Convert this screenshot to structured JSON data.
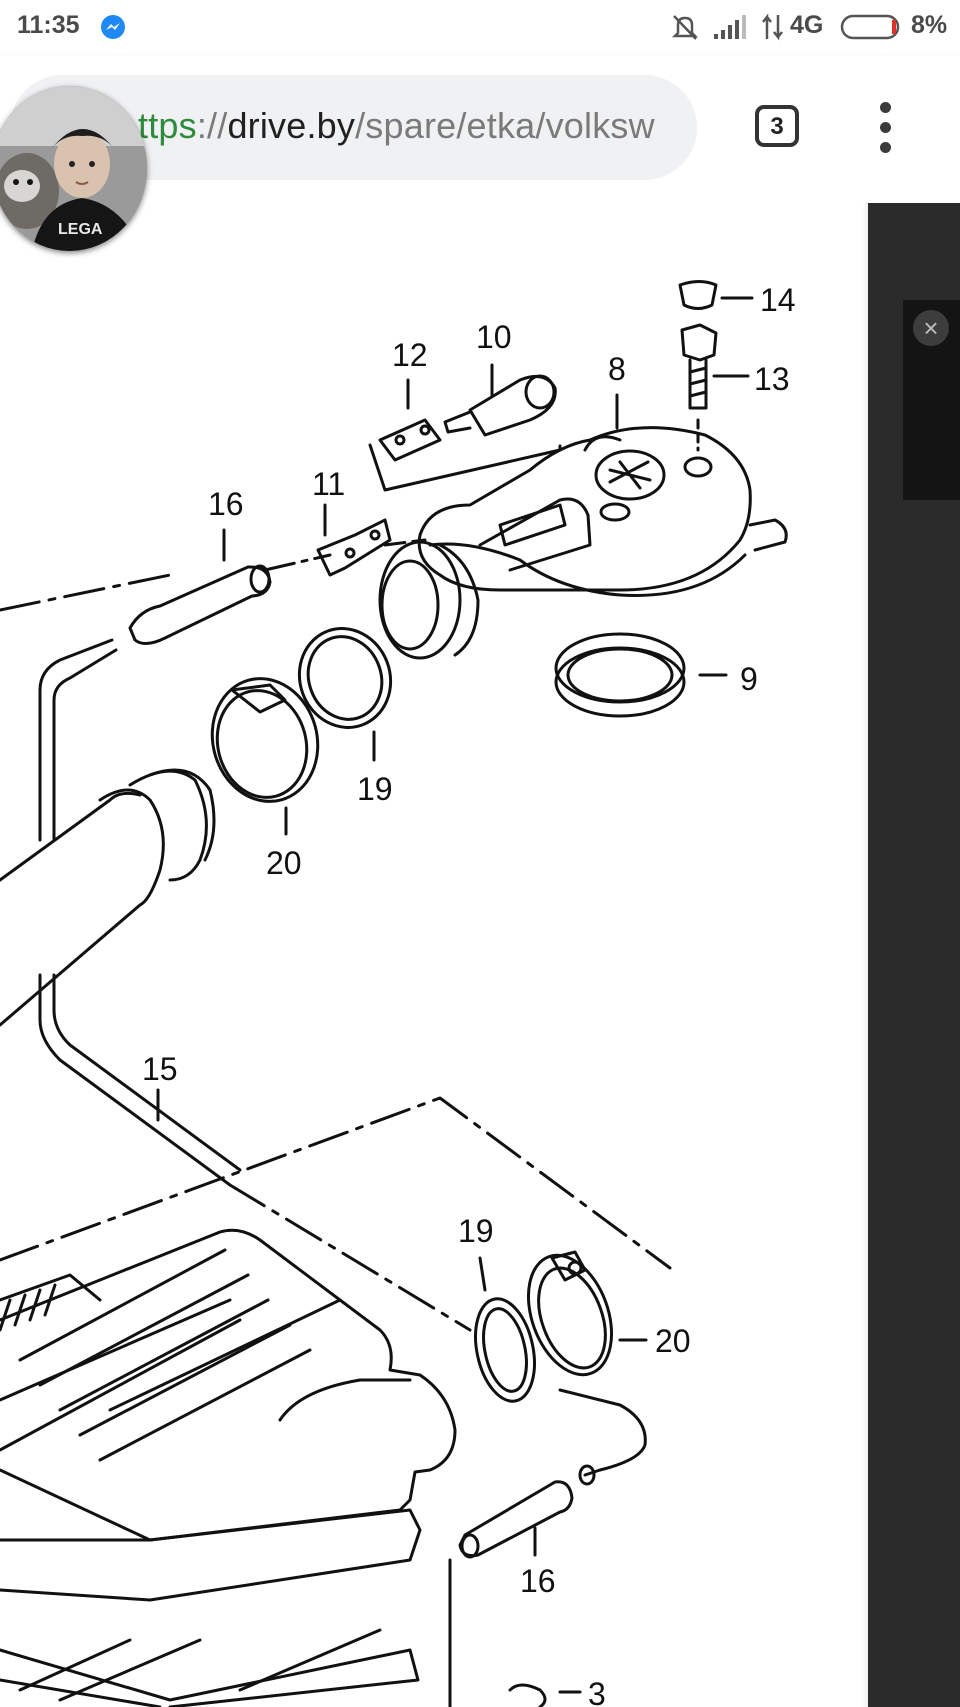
{
  "status_bar": {
    "time": "11:35",
    "network": "4G",
    "battery": "8%"
  },
  "browser": {
    "url_scheme": "ttps",
    "url_sep": "://",
    "url_host": "drive.by",
    "url_path": "/spare/etka/volksw",
    "tab_count": "3"
  },
  "diagram": {
    "part_labels": {
      "p14": "14",
      "p13": "13",
      "p12": "12",
      "p10": "10",
      "p8": "8",
      "p16a": "16",
      "p11": "11",
      "p9": "9",
      "p19a": "19",
      "p20a": "20",
      "p15": "15",
      "p19b": "19",
      "p20b": "20",
      "p16b": "16",
      "p3": "3"
    }
  },
  "colors": {
    "url_scheme": "#2e8b3b",
    "side_strip": "#2b2b2b",
    "battery_low": "#e0302a"
  }
}
